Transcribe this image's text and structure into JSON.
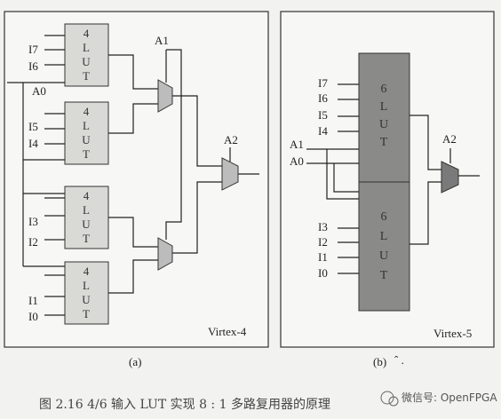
{
  "panels": {
    "a": {
      "label": "(a)",
      "family": "Virtex-4",
      "lut_text": [
        "4",
        "L",
        "U",
        "T"
      ],
      "inputs": [
        "I7",
        "I6",
        "I5",
        "I4",
        "I3",
        "I2",
        "I1",
        "I0"
      ],
      "select_a0": "A0",
      "select_a1": "A1",
      "select_a2": "A2"
    },
    "b": {
      "label": "(b)",
      "mark": "ˆ  .",
      "family": "Virtex-5",
      "lut_text": [
        "6",
        "L",
        "U",
        "T"
      ],
      "inputs": [
        "I7",
        "I6",
        "I5",
        "I4",
        "I3",
        "I2",
        "I1",
        "I0"
      ],
      "select_a1": "A1",
      "select_a0": "A0",
      "select_a2": "A2"
    }
  },
  "caption": "图 2.16   4/6 输入 LUT 实现 8 : 1 多路复用器的原理",
  "watermark": "微信号: OpenFPGA",
  "colors": {
    "lut4_fill": "#d9d9d6",
    "lut6_fill": "#8a8a88",
    "mux_a_fill": "#bcbcbc",
    "mux_b_fill": "#7a7a7a"
  }
}
